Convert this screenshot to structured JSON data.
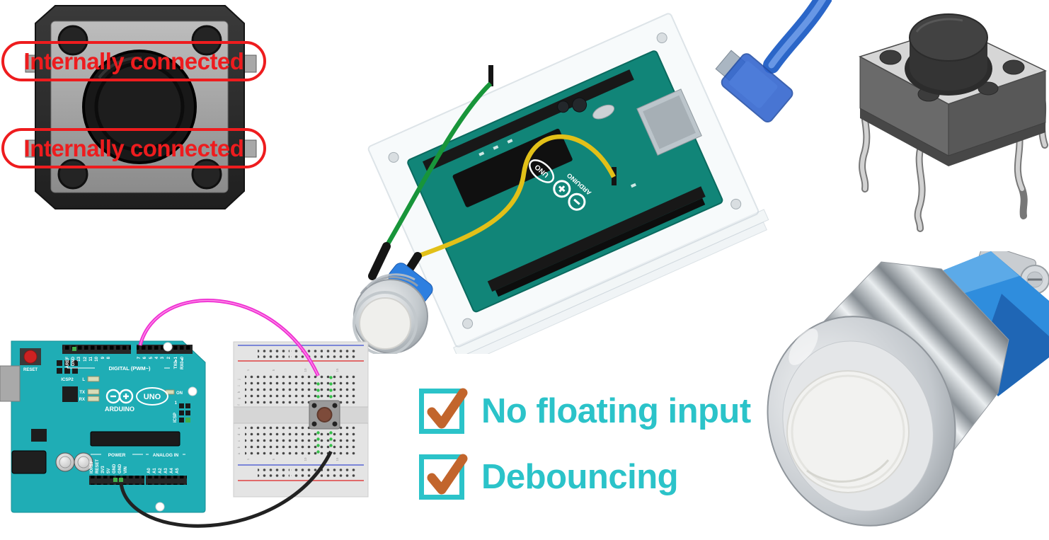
{
  "colors": {
    "accent_teal": "#2bc3c9",
    "check_orange": "#c2652c",
    "annotation_red": "#ee1c1e",
    "fritzing_board_teal": "#1fadb5",
    "photo_board_teal": "#118578",
    "wire_magenta": "#ee2fd2",
    "wire_green": "#18953a",
    "wire_yellow": "#e2c018",
    "wire_black": "#1c1c1c",
    "usb_cable_blue": "#2b66c8"
  },
  "annotations": {
    "top": "Internally connected",
    "bottom": "Internally connected"
  },
  "checklist": {
    "items": [
      {
        "label": "No floating input"
      },
      {
        "label": "Debouncing"
      }
    ]
  },
  "photo": {
    "brand": "ARDUINO",
    "model": "UNO"
  },
  "fritzing": {
    "board": {
      "reset": "RESET",
      "icsp2": "ICSP2",
      "icsp": "ICSP",
      "icsp_pin1": "1",
      "digital_group": "DIGITAL (PWM~)",
      "power_group": "POWER",
      "analog_group": "ANALOG IN",
      "led_l": "L",
      "led_tx": "TX",
      "led_rx": "RX",
      "led_on": "ON",
      "brand": "ARDUINO",
      "model": "UNO",
      "digital_pins": [
        "AREF",
        "GND",
        "13",
        "12",
        "11",
        "10",
        "9",
        "8",
        "7",
        "6",
        "5",
        "4",
        "3",
        "2",
        "TX0▸1",
        "RX0◂0"
      ],
      "power_pins": [
        "IOREF",
        "RESET",
        "3V3",
        "5V",
        "GND",
        "GND",
        "VIN"
      ],
      "analog_pins": [
        "A0",
        "A1",
        "A2",
        "A3",
        "A4",
        "A5"
      ]
    },
    "breadboard": {
      "row_letters_top": [
        "j",
        "i",
        "h",
        "g",
        "f"
      ],
      "row_letters_bottom": [
        "e",
        "d",
        "c",
        "b",
        "a"
      ],
      "column_numbers": [
        "1",
        "5",
        "10",
        "15"
      ]
    }
  }
}
